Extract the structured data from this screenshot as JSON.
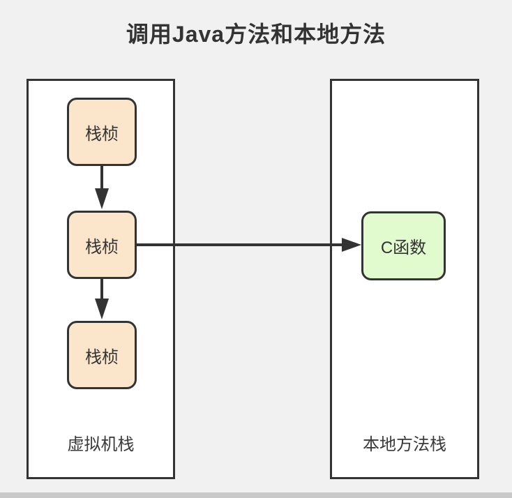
{
  "title": "调用Java方法和本地方法",
  "diagram": {
    "left_container": {
      "label": "虚拟机栈",
      "frames": [
        {
          "label": "栈桢"
        },
        {
          "label": "栈桢"
        },
        {
          "label": "栈桢"
        }
      ]
    },
    "right_container": {
      "label": "本地方法栈",
      "c_function": {
        "label": "C函数"
      }
    },
    "connectors": [
      {
        "name": "frame1-to-frame2",
        "direction": "down"
      },
      {
        "name": "frame2-to-frame3",
        "direction": "down"
      },
      {
        "name": "frame2-to-c-function",
        "direction": "right"
      }
    ],
    "colors": {
      "page_background": "#f1f1f2",
      "container_background": "#ffffff",
      "border": "#333333",
      "text": "#333333",
      "frame_fill": "#fbe5cb",
      "c_function_fill": "#e1fbce",
      "bottom_bar": "#c9c9c9"
    }
  }
}
